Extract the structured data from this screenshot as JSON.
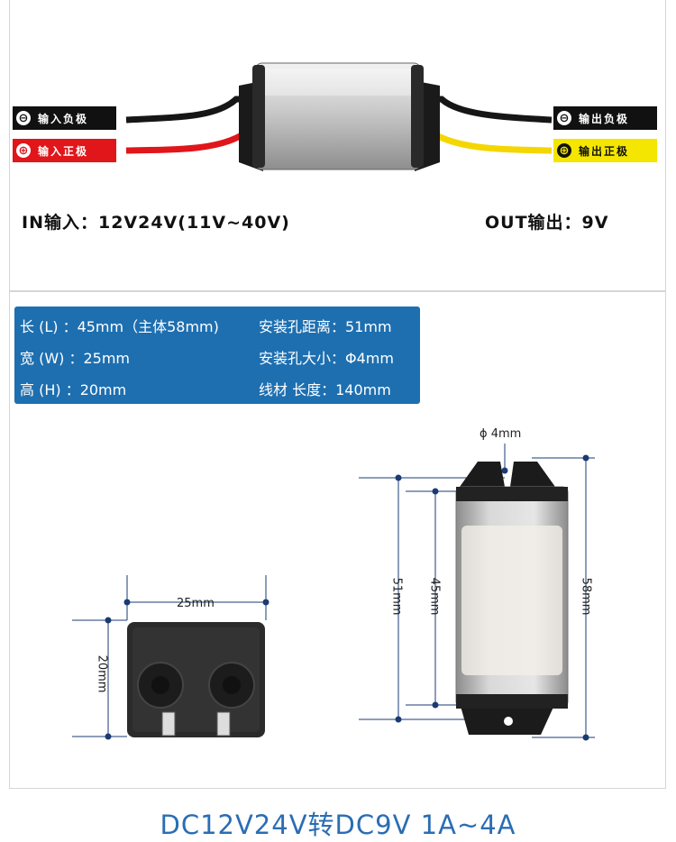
{
  "top_labels": {
    "input_negative": "输入负极",
    "input_positive": "输入正极",
    "output_negative": "输出负极",
    "output_positive": "输出正极",
    "minus_symbol": "⊖",
    "plus_symbol": "⊕"
  },
  "specs_line": {
    "input": "IN输入：12V24V(11V~40V)",
    "output": "OUT输出：9V"
  },
  "dimensions_box": {
    "length": "长 (L) ：45mm（主体58mm)",
    "hole_distance": "安装孔距离：51mm",
    "width": "宽 (W) ：25mm",
    "hole_size": "安装孔大小：Φ4mm",
    "height": "高 (H) ：20mm",
    "wire_length": "线材 长度：140mm"
  },
  "drawing_labels": {
    "hole_dia": "ϕ 4mm",
    "width_25": "25mm",
    "height_20": "20mm",
    "len_51": "51mm",
    "len_45": "45mm",
    "len_58": "58mm"
  },
  "footer": {
    "title": "DC12V24V转DC9V  1A~4A"
  },
  "colors": {
    "accent_blue": "#1e6fb0",
    "title_blue": "#2a6db3",
    "wire_red": "#e0161b",
    "wire_yellow": "#f4e600"
  }
}
